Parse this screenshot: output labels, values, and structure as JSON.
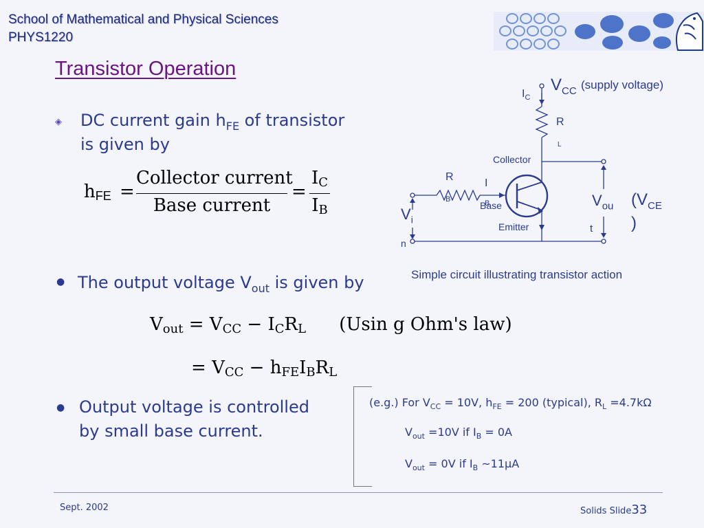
{
  "header": {
    "school": "School of Mathematical and Physical Sciences",
    "course": "PHYS1220"
  },
  "title": "Transistor Operation",
  "bullet1": {
    "pre": "DC current gain h",
    "sub": "FE",
    "post": " of transistor",
    "line2": "is given by"
  },
  "eq_gain": {
    "lhs": "h",
    "lhs_sub": "FE",
    "num": "Collector  current",
    "den": "Base  current",
    "num2": "I",
    "num2_sub": "C",
    "den2": "I",
    "den2_sub": "B"
  },
  "bullet2": {
    "pre": "The output voltage V",
    "sub": "out",
    "post": " is given by"
  },
  "eq_vout1": {
    "v": "V",
    "v_sub": "out",
    "vcc": "V",
    "vcc_sub": "CC",
    "i": "I",
    "i_sub": "C",
    "r": "R",
    "r_sub": "L",
    "note": "(Usin g  Ohm's  law)"
  },
  "eq_vout2": {
    "vcc": "V",
    "vcc_sub": "CC",
    "h": "h",
    "h_sub": "FE",
    "i": "I",
    "i_sub": "B",
    "r": "R",
    "r_sub": "L"
  },
  "bullet3": {
    "line1": "Output voltage is controlled",
    "line2": "by small base current."
  },
  "example": {
    "l1_pre": "(e.g.) For V",
    "l1_vcc_sub": "CC",
    "l1_mid": " = 10V, h",
    "l1_h_sub": "FE",
    "l1_mid2": " = 200 (typical), R",
    "l1_r_sub": "L",
    "l1_post": " =4.7kΩ",
    "l2_pre": "V",
    "l2_sub": "out",
    "l2_mid": " =10V if I",
    "l2_i_sub": "B",
    "l2_post": " = 0A",
    "l3_pre": "V",
    "l3_sub": "out",
    "l3_mid": "  = 0V if I",
    "l3_i_sub": "B",
    "l3_post": " ~11μA"
  },
  "circuit": {
    "vcc": "V",
    "vcc_sub": "CC",
    "supply": "(supply voltage)",
    "ic": "I",
    "ic_sub": "C",
    "rl": "R",
    "rl_sub": "L",
    "collector": "Collector",
    "rb": "R",
    "rb_sub": "B",
    "ib": "I",
    "ib_sub": "B",
    "base": "Base",
    "emitter": "Emitter",
    "vin": "V",
    "vin_sub1": "i",
    "vin_sub2": "n",
    "vout": "V",
    "vout_sub1": "ou",
    "vout_sub2": "t",
    "vce_open": "(V",
    "vce_sub": "CE",
    "vce_close": ")",
    "caption": "Simple circuit illustrating transistor action"
  },
  "footer": {
    "date": "Sept. 2002",
    "slide_label": "Solids Slide",
    "slide_number": "33"
  },
  "colors": {
    "title": "#6a1580",
    "text": "#2b3a8f",
    "background": "#f3f5fb",
    "logo_blue": "#4d74c9"
  }
}
